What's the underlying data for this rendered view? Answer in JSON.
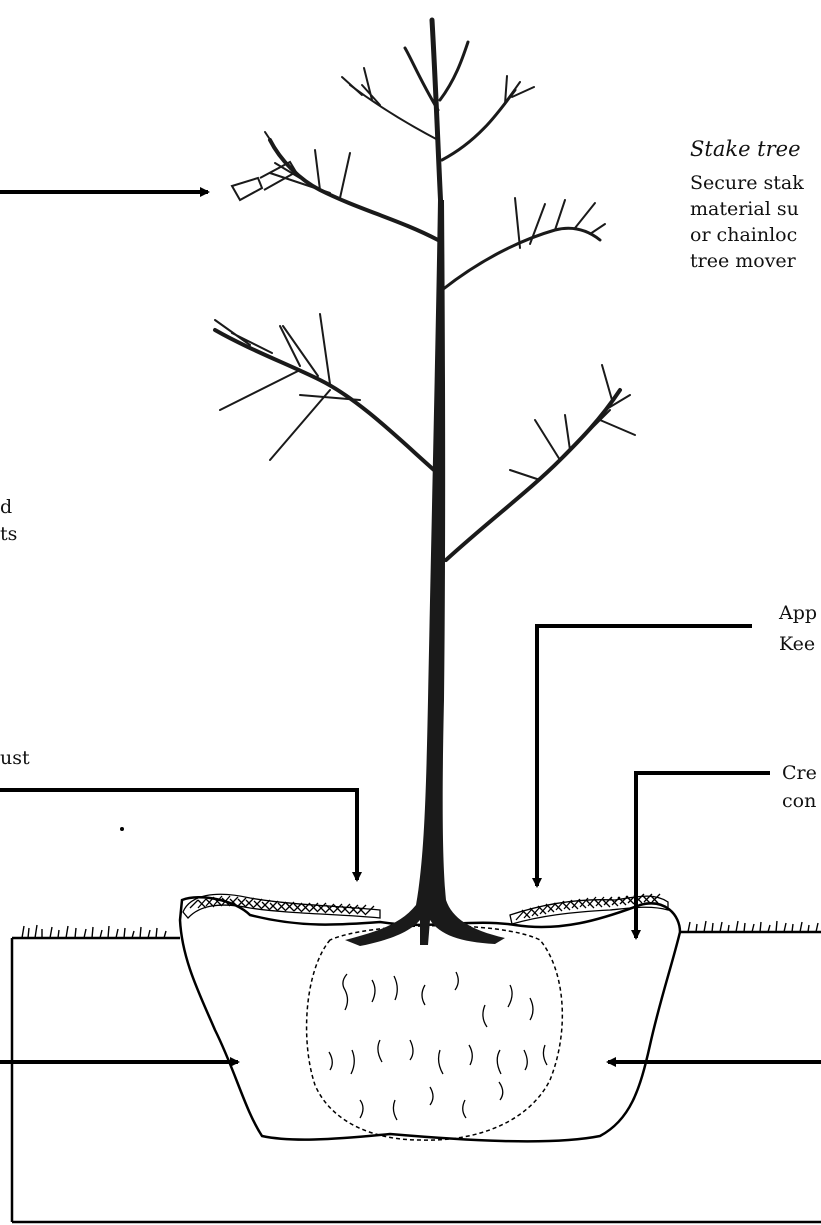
{
  "labels": {
    "stake_tree_title": "Stake tree",
    "stake_tree_line1": "Secure stak",
    "stake_tree_line2": "material su",
    "stake_tree_line3": "or chainloc",
    "stake_tree_line4": "tree mover",
    "left_fragment_1": "d",
    "left_fragment_2": "ts",
    "left_fragment_3": "ust",
    "right_fragment_1": "App",
    "right_fragment_2": "Kee",
    "right_fragment_3": "Cre",
    "right_fragment_4": "con"
  }
}
